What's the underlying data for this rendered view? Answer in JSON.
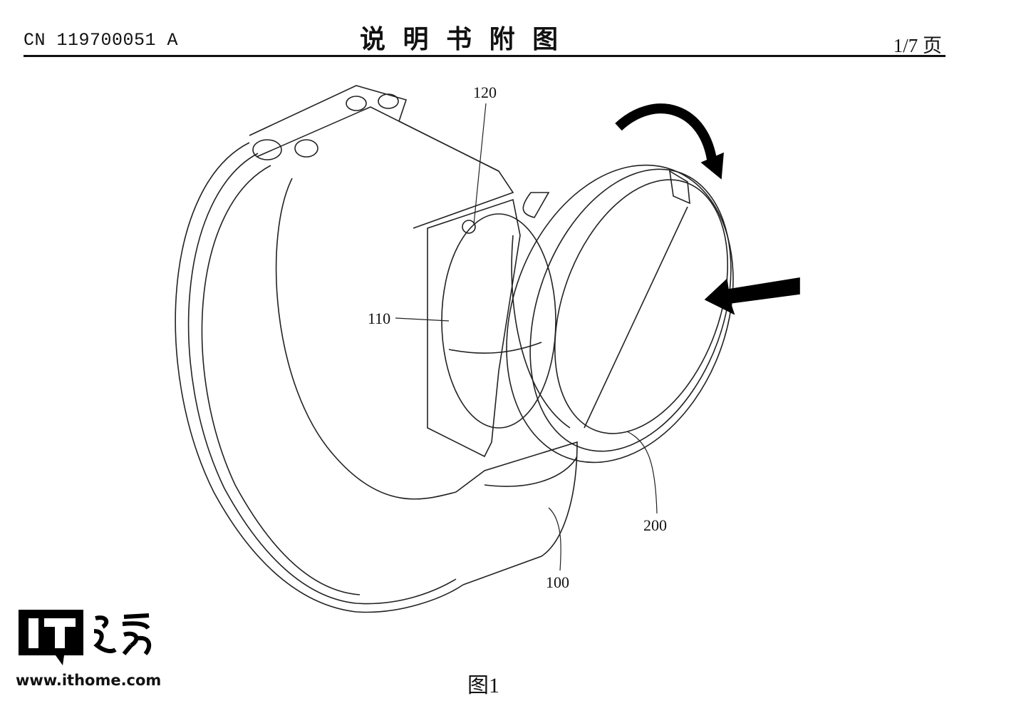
{
  "header": {
    "publication_number": "CN 119700051 A",
    "title": "说 明 书 附 图",
    "page": "1/7 页"
  },
  "figure": {
    "caption": "图1",
    "reference_labels": {
      "r120": "120",
      "r110": "110",
      "r200": "200",
      "r100": "100"
    }
  },
  "watermark": {
    "logo_text": "IT之家",
    "url": "www.ithome.com"
  }
}
